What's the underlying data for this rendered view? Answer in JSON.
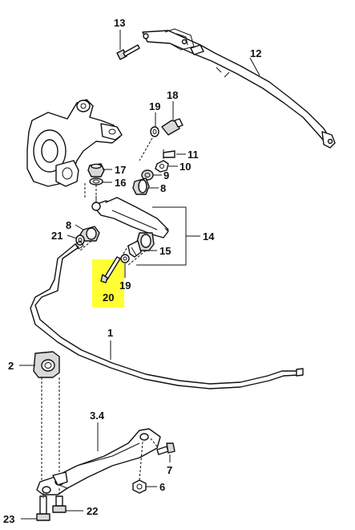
{
  "callouts": {
    "c1": "1",
    "c2": "2",
    "c3_4": "3.4",
    "c6": "6",
    "c7": "7",
    "c8a": "8",
    "c8b": "8",
    "c9": "9",
    "c10": "10",
    "c11": "11",
    "c12": "12",
    "c13": "13",
    "c14": "14",
    "c15": "15",
    "c16": "16",
    "c17": "17",
    "c18": "18",
    "c19a": "19",
    "c19b": "19",
    "c20": "20",
    "c21": "21",
    "c22": "22",
    "c23": "23"
  },
  "highlight": {
    "part": "20",
    "color": "#ffff33"
  }
}
